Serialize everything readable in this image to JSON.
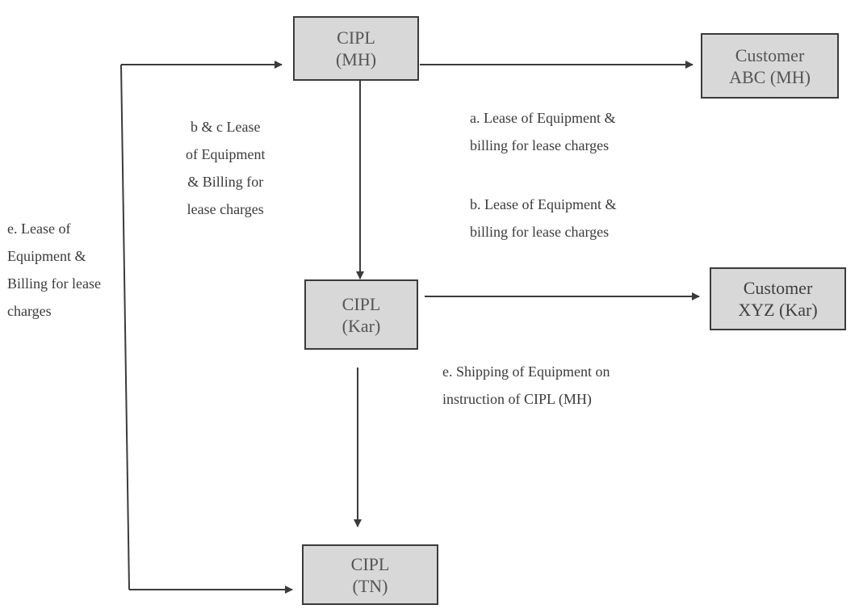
{
  "nodes": {
    "cipl_mh": {
      "line1": "CIPL",
      "line2": "(MH)"
    },
    "cipl_kar": {
      "line1": "CIPL",
      "line2": "(Kar)"
    },
    "cipl_tn": {
      "line1": "CIPL",
      "line2": "(TN)"
    },
    "customer_abc": {
      "line1": "Customer",
      "line2": "ABC (MH)"
    },
    "customer_xyz": {
      "line1": "Customer",
      "line2": "XYZ (Kar)"
    }
  },
  "edge_labels": {
    "a": [
      "a. Lease of Equipment &",
      "billing for lease charges"
    ],
    "b": [
      "b. Lease of Equipment &",
      "billing for lease charges"
    ],
    "bc": [
      "b  & c Lease",
      "of Equipment",
      "& Billing for",
      "lease charges"
    ],
    "e_left": [
      "e. Lease of",
      "Equipment &",
      "Billing for lease",
      "charges"
    ],
    "e_shipping": [
      "e. Shipping of Equipment on",
      "instruction of CIPL (MH)"
    ]
  },
  "colors": {
    "node_fill": "#d8d8d8",
    "node_border": "#3b3b3b",
    "arrow": "#3b3b3b"
  }
}
